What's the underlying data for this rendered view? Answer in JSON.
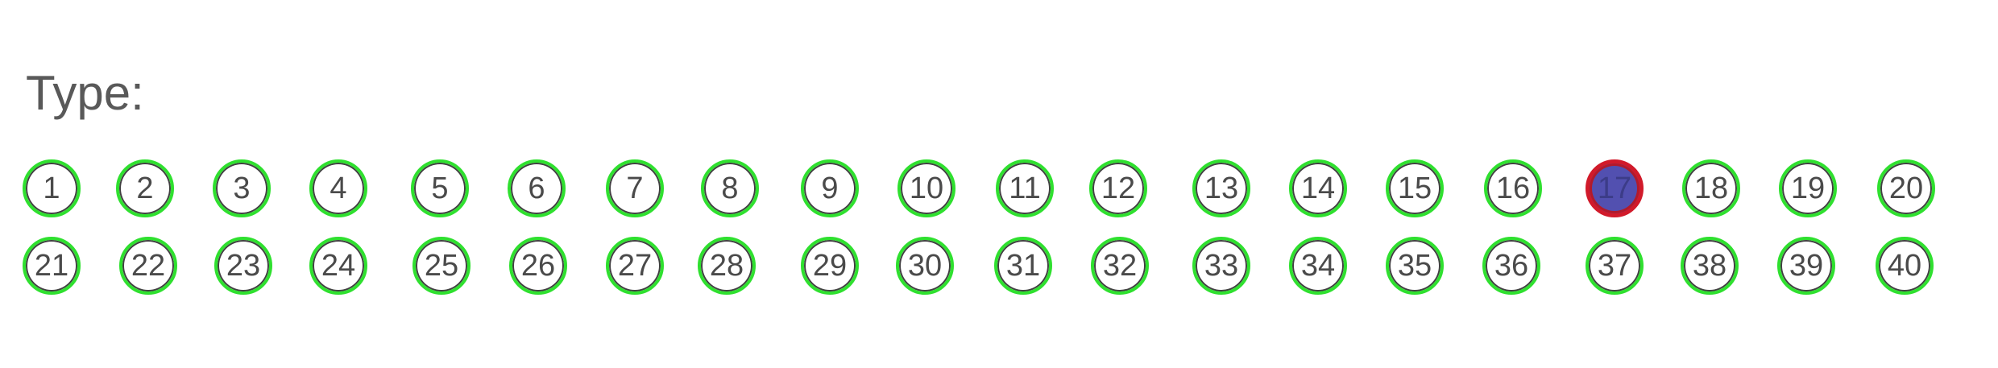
{
  "header": {
    "label": "Type:"
  },
  "colors": {
    "ring": "#2fe02f",
    "ring_inner": "#404040",
    "selected_ring": "#d11a2a",
    "selected_fill": "#5250b0",
    "text": "#4a4a4a"
  },
  "options": {
    "row1": [
      "1",
      "2",
      "3",
      "4",
      "5",
      "6",
      "7",
      "8",
      "9",
      "10",
      "11",
      "12",
      "13",
      "14",
      "15",
      "16",
      "17",
      "18",
      "19",
      "20"
    ],
    "row2": [
      "21",
      "22",
      "23",
      "24",
      "25",
      "26",
      "27",
      "28",
      "29",
      "30",
      "31",
      "32",
      "33",
      "34",
      "35",
      "36",
      "37",
      "38",
      "39",
      "40"
    ]
  },
  "selected": "17"
}
